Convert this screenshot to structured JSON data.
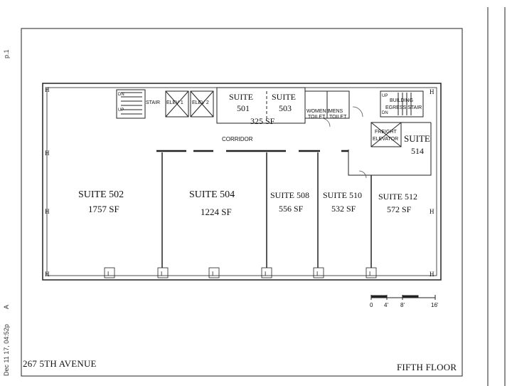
{
  "fax_header": {
    "page": "p.1",
    "timestamp": "Dec 11 17, 04:52p",
    "mark": "A"
  },
  "footer": {
    "address": "267 5TH AVENUE",
    "floor": "FIFTH FLOOR"
  },
  "plan": {
    "suites": [
      {
        "id": "502",
        "name": "SUITE 502",
        "area": "1757 SF"
      },
      {
        "id": "504",
        "name": "SUITE 504",
        "area": "1224 SF"
      },
      {
        "id": "508",
        "name": "SUITE 508",
        "area": "556 SF"
      },
      {
        "id": "510",
        "name": "SUITE 510",
        "area": "532 SF"
      },
      {
        "id": "512",
        "name": "SUITE 512",
        "area": "572 SF"
      },
      {
        "id": "501_503",
        "name_a": "SUITE",
        "num_a": "501",
        "name_b": "SUITE",
        "num_b": "503",
        "area": "325 SF"
      },
      {
        "id": "514",
        "name": "SUITE",
        "num": "514"
      }
    ],
    "labels": {
      "corridor": "CORRIDOR",
      "stair": "STAIR",
      "elev1": "ELEV 1",
      "elev2": "ELEV 2",
      "womens": "WOMENS",
      "mens": "MENS",
      "toilet": "TOILET",
      "freight_1": "FREIGHT",
      "freight_2": "ELEVATOR",
      "building_1": "BUILDING",
      "building_2": "EGRESS STAIR",
      "dn": "DN",
      "up": "UP",
      "heater": "H",
      "column": "I"
    },
    "scale_bar": {
      "ticks": [
        "0",
        "4'",
        "8'",
        "16'"
      ]
    }
  }
}
